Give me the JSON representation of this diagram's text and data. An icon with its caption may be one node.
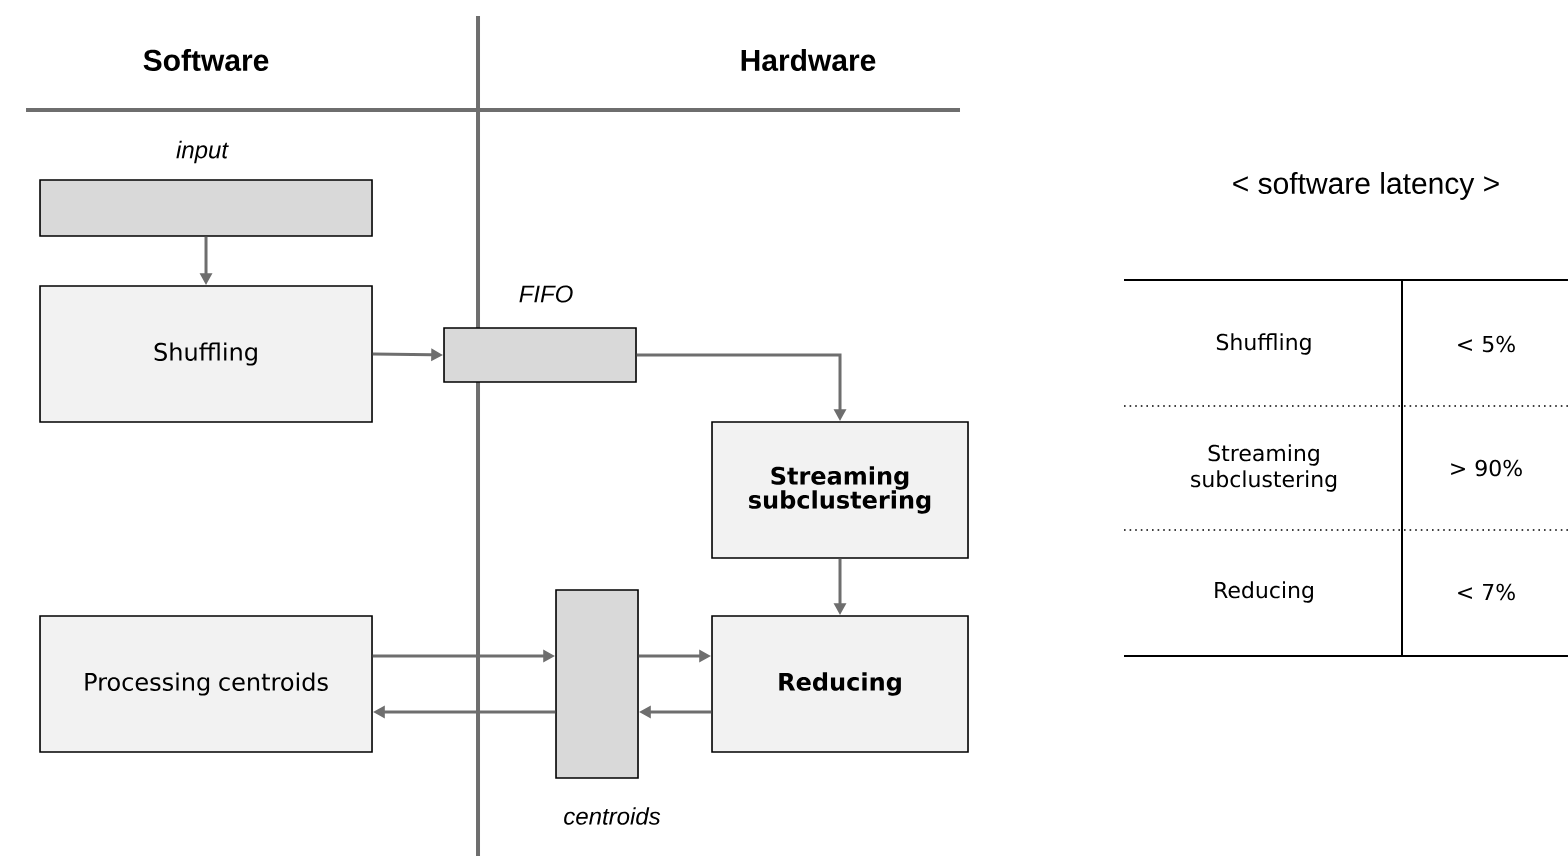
{
  "diagram": {
    "nodes": [
      {
        "text": [
          "input"
        ]
      },
      {
        "text": [
          "Shuffling"
        ]
      },
      {
        "text": [
          "FIFO"
        ]
      },
      {
        "text": [
          "**Streaming subclustering**"
        ]
      },
      {
        "text": [
          "Processing centroids"
        ]
      },
      {
        "text": [
          "centroids"
        ]
      },
      {
        "text": [
          "**Reducing**"
        ]
      }
    ],
    "edges": [
      {
        "from": 0,
        "to": 1,
        "arrow": "to"
      },
      {
        "from": 1,
        "to": 2,
        "arrow": "to"
      },
      {
        "from": 2,
        "to": 3,
        "arrow": "to"
      },
      {
        "from": 3,
        "to": 6,
        "arrow": "to"
      },
      {
        "from": 4,
        "to": 5,
        "arrow": "to"
      },
      {
        "from": 5,
        "to": 6,
        "arrow": "to"
      },
      {
        "from": 6,
        "to": 5,
        "arrow": "to"
      },
      {
        "from": 5,
        "to": 4,
        "arrow": "to"
      }
    ],
    "labels": [
      "Software",
      "Hardware",
      "< software latency >",
      "Shuffling",
      "< 5%",
      "Streaming subclustering",
      "> 90%",
      "Reducing",
      "< 7%"
    ]
  }
}
